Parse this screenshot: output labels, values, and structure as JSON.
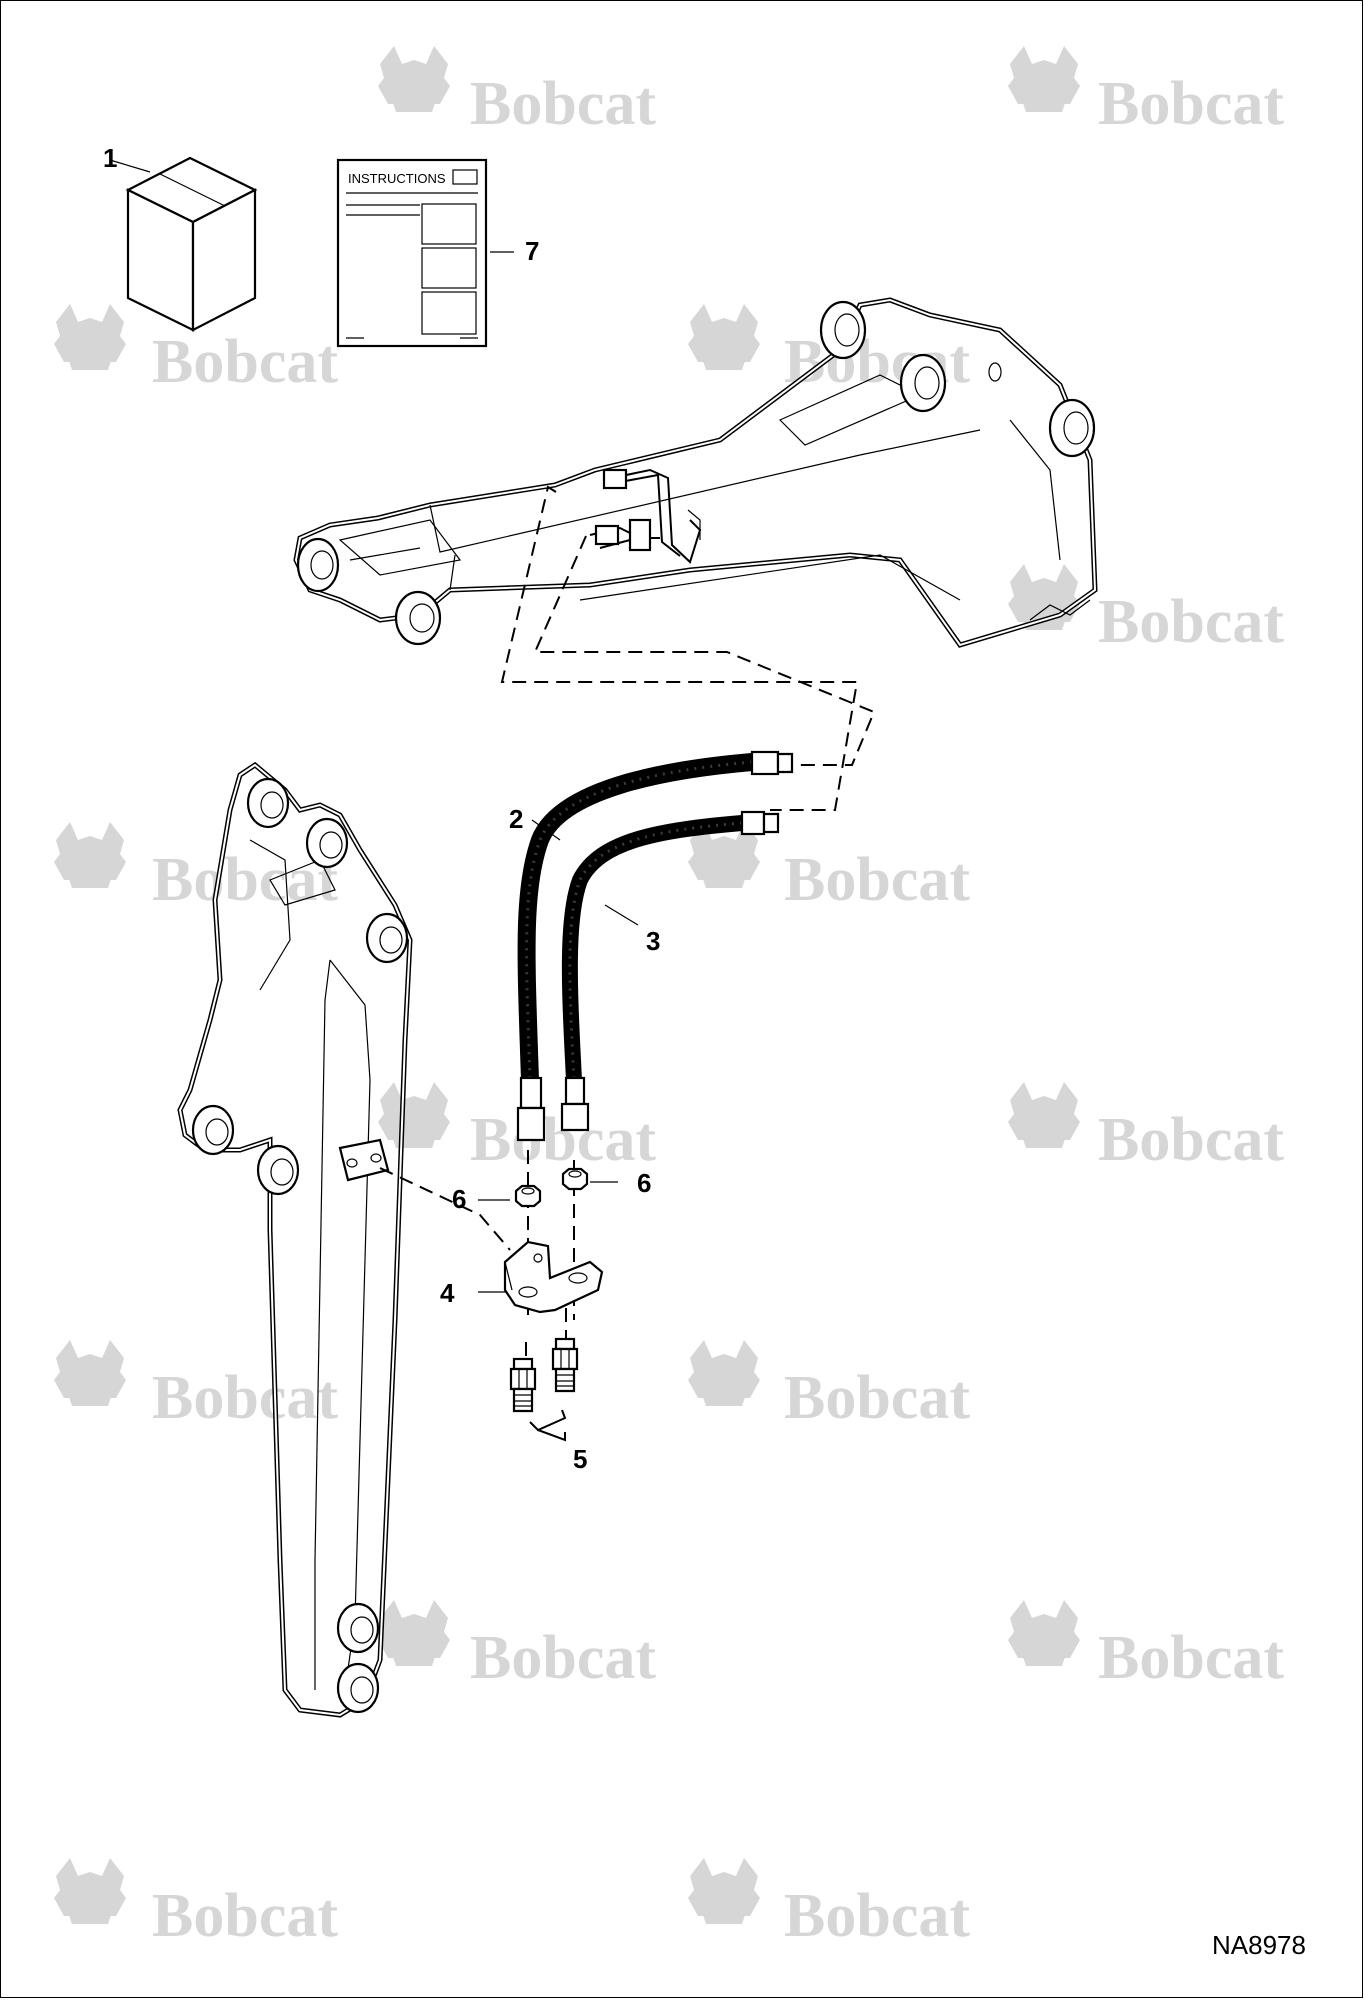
{
  "watermark": {
    "text": "Bobcat",
    "color": "#d6d6d6"
  },
  "instructions": {
    "heading": "INSTRUCTIONS"
  },
  "callouts": {
    "c1": "1",
    "c2": "2",
    "c3": "3",
    "c4": "4",
    "c5": "5",
    "c6a": "6",
    "c6b": "6",
    "c7": "7"
  },
  "figure_number": "NA8978",
  "icons": [
    "kit-box-icon",
    "instructions-sheet-icon",
    "bobcat-logo-icon"
  ]
}
